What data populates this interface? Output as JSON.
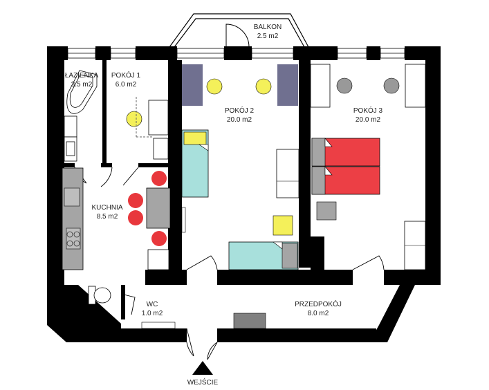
{
  "colors": {
    "wall": "#000000",
    "floor": "#ffffff",
    "window": "#ffffff",
    "chair_yellow": "#f4f05a",
    "chair_red": "#e8373c",
    "chair_gray": "#999999",
    "bed_cyan": "#a8e0dc",
    "bed_red": "#ec3f45",
    "furniture_gray": "#a9a9a9",
    "wardrobe": "#707090",
    "bed_pillow": "#f4f05a"
  },
  "rooms": [
    {
      "name": "ŁAZIENKA",
      "area": "3.5 m2"
    },
    {
      "name": "POKÓJ 1",
      "area": "6.0 m2"
    },
    {
      "name": "POKÓJ 2",
      "area": "20.0 m2"
    },
    {
      "name": "POKÓJ 3",
      "area": "20.0 m2"
    },
    {
      "name": "KUCHNIA",
      "area": "8.5 m2"
    },
    {
      "name": "WC",
      "area": "1.0 m2"
    },
    {
      "name": "PRZEDPOKÓJ",
      "area": "8.0 m2"
    },
    {
      "name": "BALKON",
      "area": "2.5 m2"
    }
  ],
  "entrance": {
    "label": "WEJŚCIE",
    "icon": "entrance-arrow-icon"
  }
}
